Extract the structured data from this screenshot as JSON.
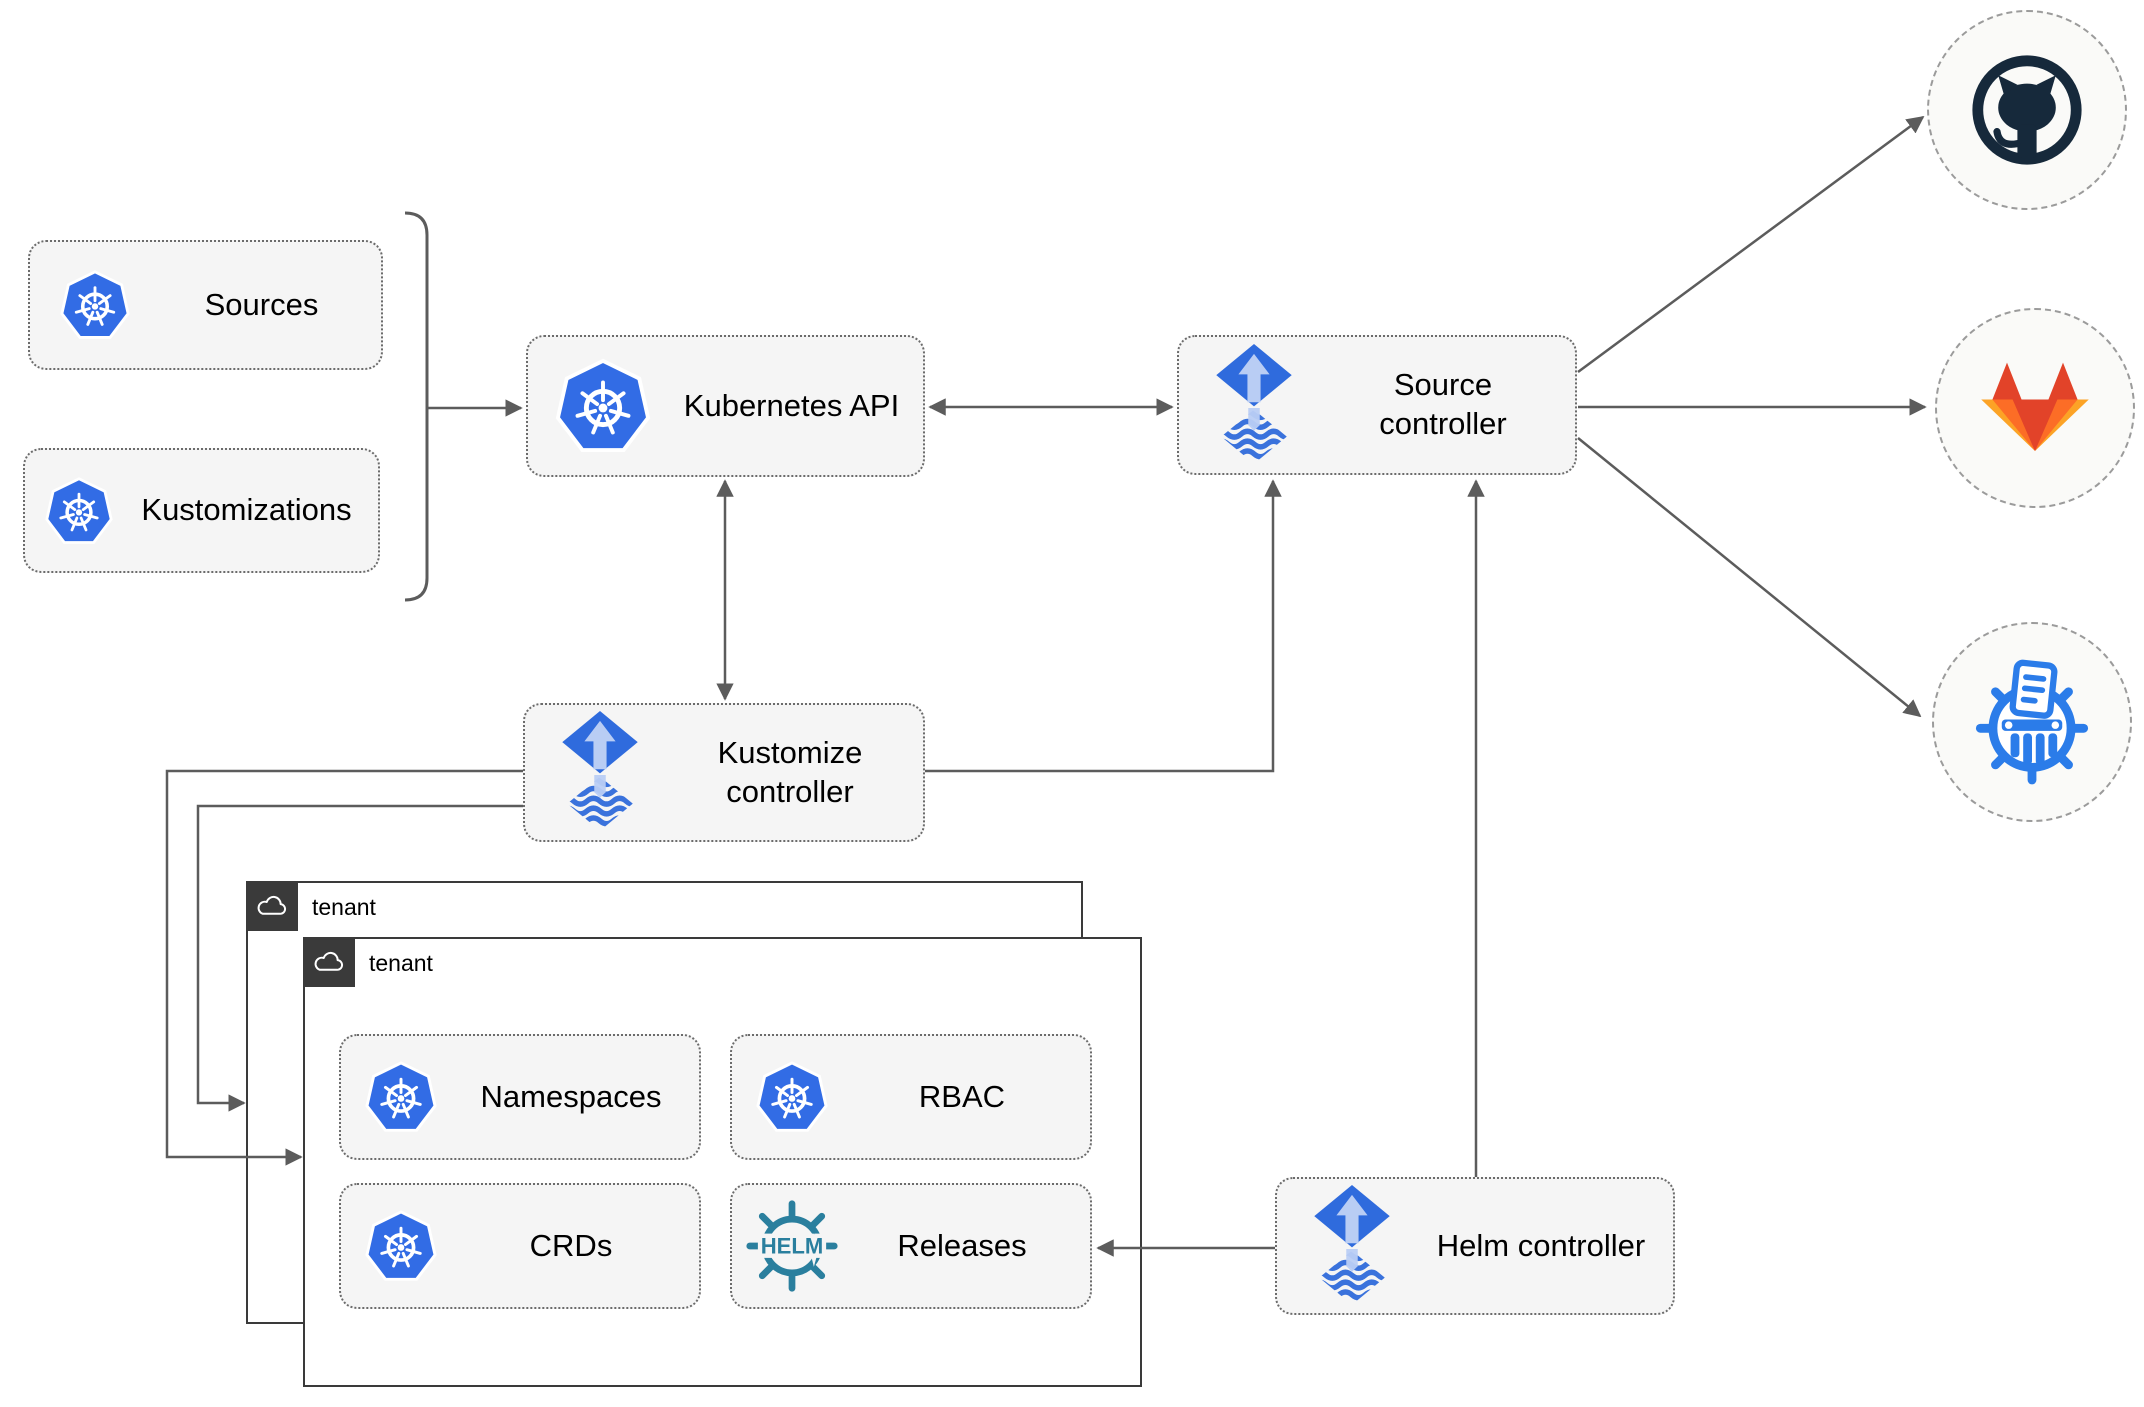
{
  "diagram": {
    "nodes": {
      "sources": {
        "label": "Sources",
        "icon": "kubernetes-icon"
      },
      "kustomizations": {
        "label": "Kustomizations",
        "icon": "kubernetes-icon"
      },
      "kubernetes_api": {
        "label": "Kubernetes API",
        "icon": "kubernetes-icon"
      },
      "source_controller": {
        "label": "Source controller",
        "icon": "flux-icon"
      },
      "kustomize_controller": {
        "label": "Kustomize controller",
        "icon": "flux-icon"
      },
      "helm_controller": {
        "label": "Helm controller",
        "icon": "flux-icon"
      },
      "namespaces": {
        "label": "Namespaces",
        "icon": "kubernetes-icon"
      },
      "rbac": {
        "label": "RBAC",
        "icon": "kubernetes-icon"
      },
      "crds": {
        "label": "CRDs",
        "icon": "kubernetes-icon"
      },
      "releases": {
        "label": "Releases",
        "icon": "helm-icon"
      }
    },
    "tenant_groups": {
      "back": {
        "label": "tenant",
        "icon": "cloud-icon"
      },
      "front": {
        "label": "tenant",
        "icon": "cloud-icon"
      }
    },
    "external_targets": {
      "github": {
        "icon": "github-icon"
      },
      "gitlab": {
        "icon": "gitlab-icon"
      },
      "kustomize": {
        "icon": "kustomize-icon"
      }
    },
    "helm_logo_text": "HELM",
    "edges": [
      {
        "from": "sources+kustomizations",
        "to": "kubernetes_api",
        "via": "bracket",
        "arrow": "end"
      },
      {
        "from": "kubernetes_api",
        "to": "source_controller",
        "arrow": "both"
      },
      {
        "from": "kubernetes_api",
        "to": "kustomize_controller",
        "arrow": "both"
      },
      {
        "from": "kustomize_controller",
        "to": "source_controller",
        "arrow": "end"
      },
      {
        "from": "helm_controller",
        "to": "source_controller",
        "arrow": "end"
      },
      {
        "from": "source_controller",
        "to": "github",
        "arrow": "end"
      },
      {
        "from": "source_controller",
        "to": "gitlab",
        "arrow": "end"
      },
      {
        "from": "source_controller",
        "to": "kustomize",
        "arrow": "end"
      },
      {
        "from": "kustomize_controller",
        "to": "tenant_front",
        "arrow": "end"
      },
      {
        "from": "kustomize_controller",
        "to": "tenant_back",
        "arrow": "end"
      },
      {
        "from": "helm_controller",
        "to": "releases",
        "arrow": "end"
      }
    ],
    "colors": {
      "kubernetes_blue": "#326ce5",
      "flux_blue": "#2f6bdd",
      "flux_light_arrow": "#b9cdf4",
      "helm_teal": "#2a7f9e",
      "github_dark": "#16293b",
      "gitlab_red": "#e24329",
      "gitlab_orange": "#fc6d26",
      "gitlab_amber": "#fca326",
      "kustomize_blue": "#2b7ce9",
      "line_gray": "#5c5c5c",
      "node_fill": "#f5f5f5",
      "node_border": "#6b6b6b",
      "tenant_border": "#3a3a3a",
      "circle_fill": "#fafaf8",
      "circle_border": "#9b9b9b"
    }
  }
}
